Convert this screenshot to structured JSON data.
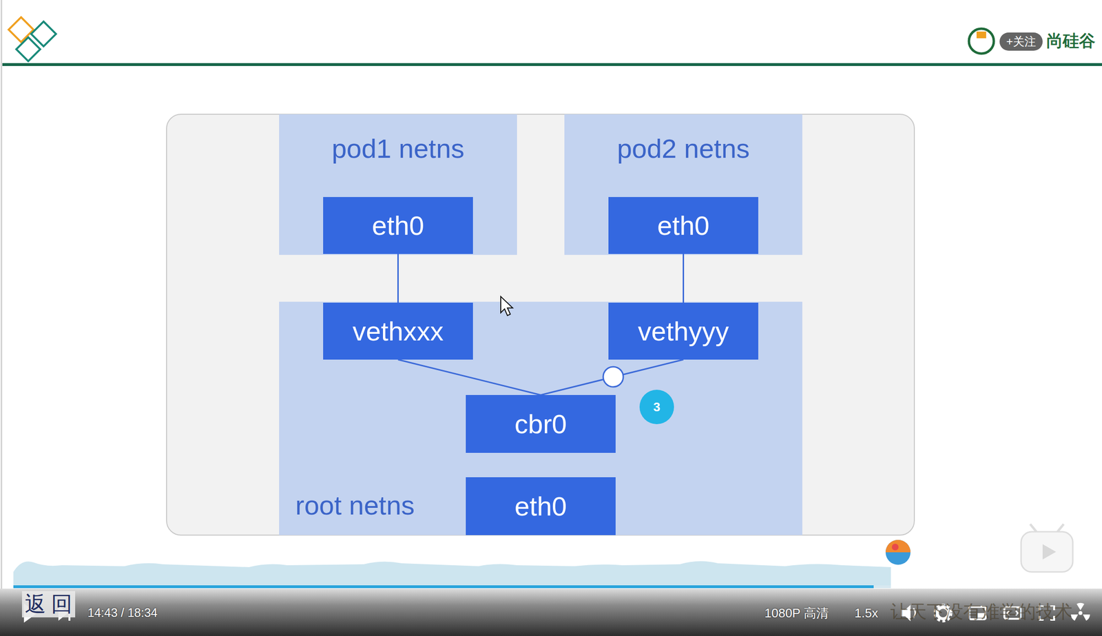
{
  "diagram": {
    "nodes": [
      {
        "text": [
          "pod1 netns"
        ]
      },
      {
        "text": [
          "eth0"
        ],
        "in": 0
      },
      {
        "text": [
          "pod2 netns"
        ]
      },
      {
        "text": [
          "eth0"
        ],
        "in": 2
      },
      {
        "text": [
          "root netns"
        ]
      },
      {
        "text": [
          "vethxxx"
        ],
        "in": 4
      },
      {
        "text": [
          "vethyyy"
        ],
        "in": 4
      },
      {
        "text": [
          "cbr0"
        ],
        "in": 4
      },
      {
        "text": [
          "eth0"
        ],
        "in": 4
      }
    ],
    "edges": [
      {
        "from": 1,
        "to": 5,
        "arrow": "none"
      },
      {
        "from": 3,
        "to": 6,
        "arrow": "none"
      },
      {
        "from": 5,
        "to": 7,
        "arrow": "none"
      },
      {
        "from": 6,
        "to": 7,
        "arrow": "none"
      }
    ],
    "labels": [
      "尚硅谷",
      "+关注",
      "3",
      "返 回",
      "14:43 / 18:34",
      "1080P 高清",
      "1.5x",
      "让天下没有难学的技术"
    ]
  }
}
